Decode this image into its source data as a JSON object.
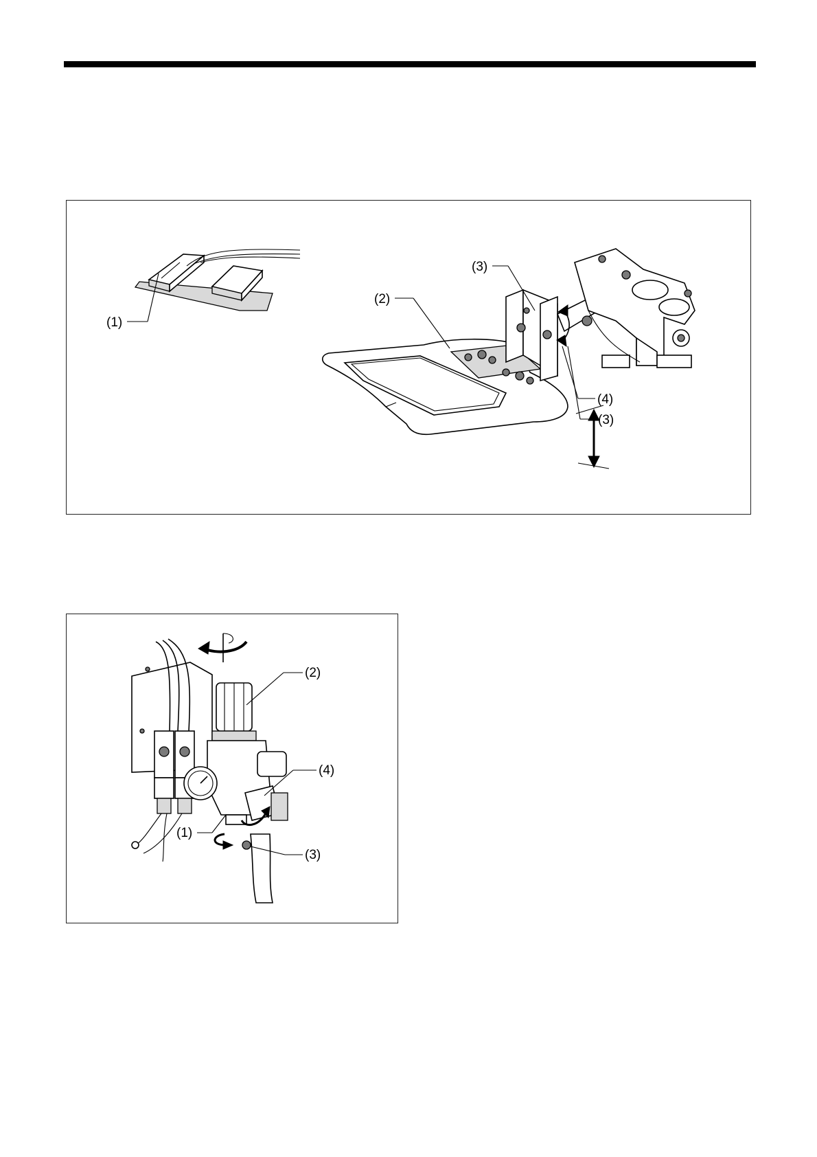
{
  "figure_top": {
    "pedal_callouts": [
      "(1)"
    ],
    "frame_callouts": [
      "(2)",
      "(3)",
      "(4)",
      "(3)"
    ]
  },
  "figure_bottom": {
    "regulator_callouts": [
      "(2)",
      "(4)",
      "(1)",
      "(3)"
    ]
  }
}
